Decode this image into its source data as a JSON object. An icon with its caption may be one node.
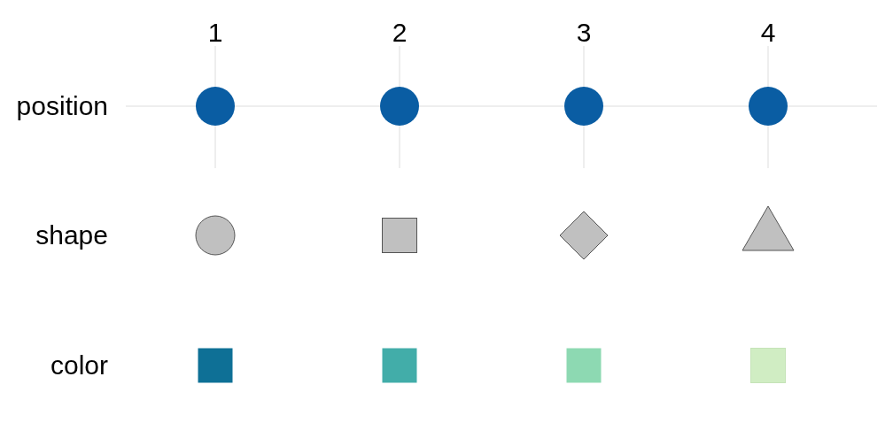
{
  "diagram": {
    "labels": [
      "1",
      "2",
      "3",
      "4",
      "position",
      "shape",
      "color"
    ]
  }
}
